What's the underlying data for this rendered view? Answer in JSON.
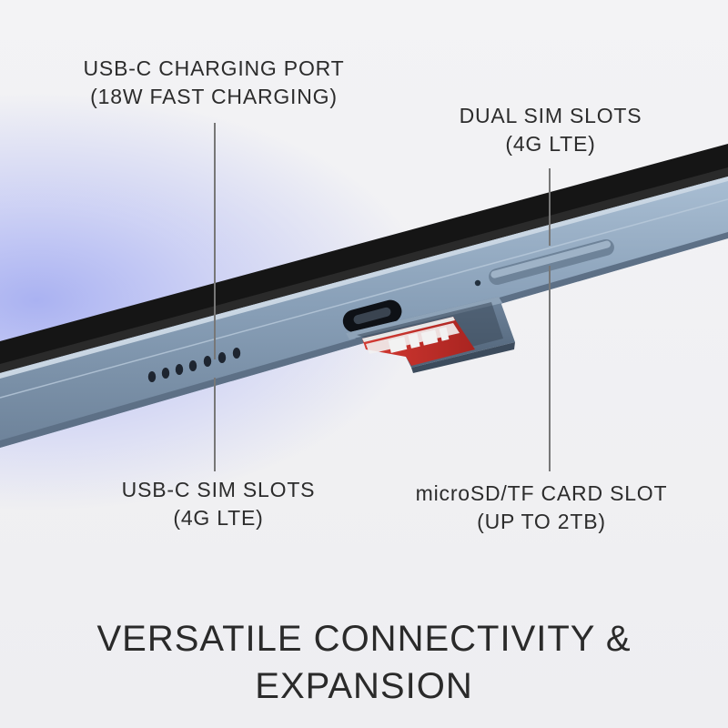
{
  "callouts": {
    "usb_c_port": {
      "line1": "USB-C CHARGING PORT",
      "line2": "(18W FAST CHARGING)"
    },
    "dual_sim": {
      "line1": "DUAL SIM SLOTS",
      "line2": "(4G LTE)"
    },
    "usb_c_sim": {
      "line1": "USB-C SIM SLOTS",
      "line2": "(4G LTE)"
    },
    "microsd": {
      "line1": "microSD/TF CARD SLOT",
      "line2": "(UP TO 2TB)"
    }
  },
  "headline": {
    "line1": "VERSATILE CONNECTIVITY &",
    "line2": "EXPANSION"
  },
  "colors": {
    "background": "#f0f0f3",
    "accent_glow": "#aab2f2",
    "tablet_frame": "#7f95ad",
    "screen_black": "#151515",
    "card_red": "#c4312c",
    "text": "#2c2c2c"
  }
}
